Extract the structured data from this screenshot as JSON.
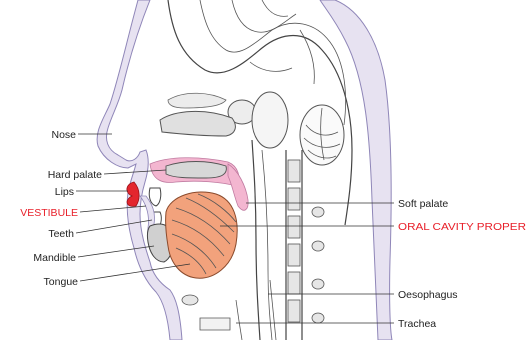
{
  "labels": {
    "nose": "Nose",
    "hard_palate": "Hard palate",
    "lips": "Lips",
    "vestibule": "VESTIBULE",
    "teeth": "Teeth",
    "mandible": "Mandible",
    "tongue": "Tongue",
    "soft_palate": "Soft palate",
    "oral_cavity_proper": "ORAL CAVITY PROPER",
    "oesophagus": "Oesophagus",
    "trachea": "Trachea"
  },
  "colors": {
    "label_text": "#222222",
    "highlight_text": "#e8202a",
    "lips": "#e3262e",
    "mucosa": "#f3b6d0",
    "skin_edge": "#cfc6e2",
    "tongue_muscle": "#f2a27c",
    "bone": "#d7d7d7"
  }
}
